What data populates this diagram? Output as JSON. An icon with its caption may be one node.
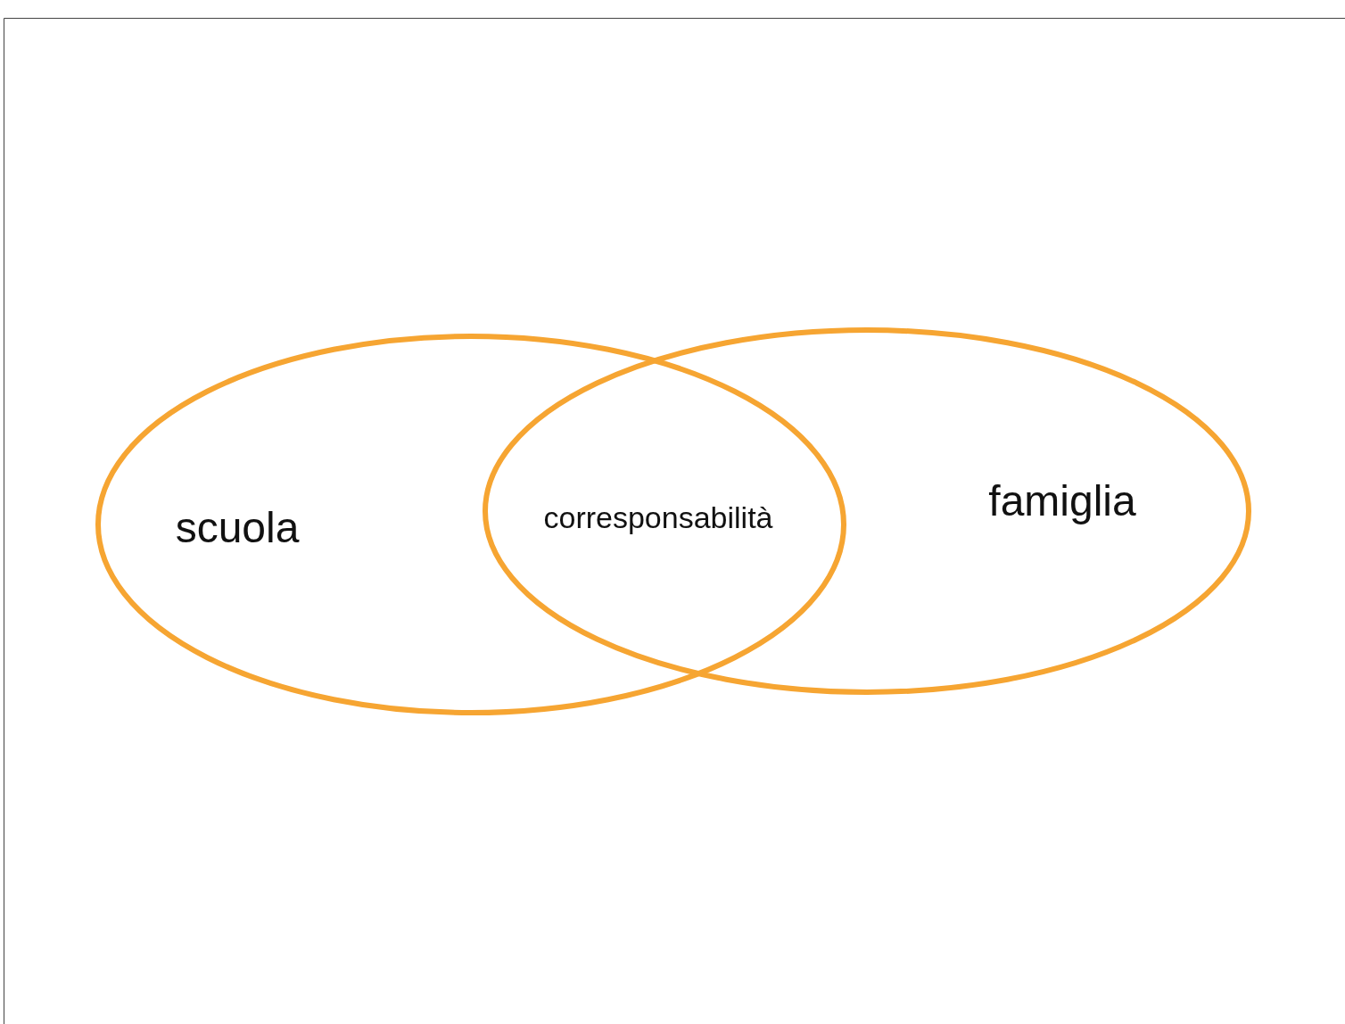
{
  "diagram": {
    "nodes": [
      {
        "text": [
          "scuola"
        ]
      },
      {
        "text": [
          "famiglia"
        ]
      }
    ],
    "labels": [
      "corresponsabilità"
    ]
  }
}
